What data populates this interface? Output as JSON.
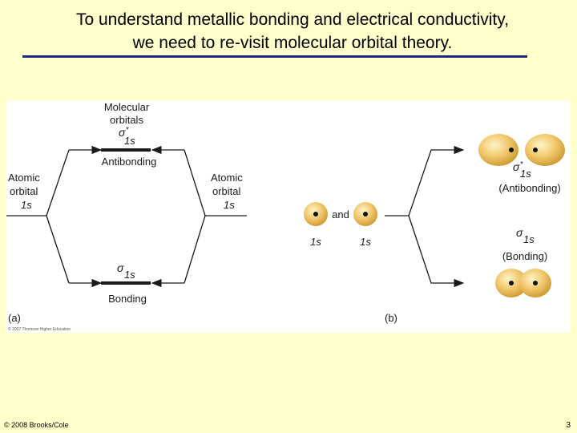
{
  "slide": {
    "title_line1": "To understand metallic bonding and electrical conductivity,",
    "title_line2": "we need to re-visit molecular orbital theory.",
    "footer_copyright": "© 2008 Brooks/Cole",
    "page_number": "3"
  },
  "figure": {
    "panel_a": {
      "header_line1": "Molecular",
      "header_line2": "orbitals",
      "sigma_star": "σ",
      "sigma_star_sup": "*",
      "sigma_star_sub": "1s",
      "antibonding": "Antibonding",
      "left_line1": "Atomic",
      "left_line2": "orbital",
      "left_line3": "1s",
      "right_line1": "Atomic",
      "right_line2": "orbital",
      "right_line3": "1s",
      "sigma": "σ",
      "sigma_sub": "1s",
      "bonding": "Bonding",
      "label": "(a)",
      "credit": "© 2007 Thomson Higher Education"
    },
    "panel_b": {
      "and": "and",
      "atom1": "1s",
      "atom2": "1s",
      "sigma_star": "σ",
      "sigma_star_sup": "*",
      "sigma_star_sub": "1s",
      "antibonding": "(Antibonding)",
      "sigma": "σ",
      "sigma_sub": "1s",
      "bonding": "(Bonding)",
      "label": "(b)"
    },
    "colors": {
      "orbital_fill": "#f0c568",
      "orbital_edge": "#c9962e",
      "line": "#1a1a1a"
    }
  }
}
